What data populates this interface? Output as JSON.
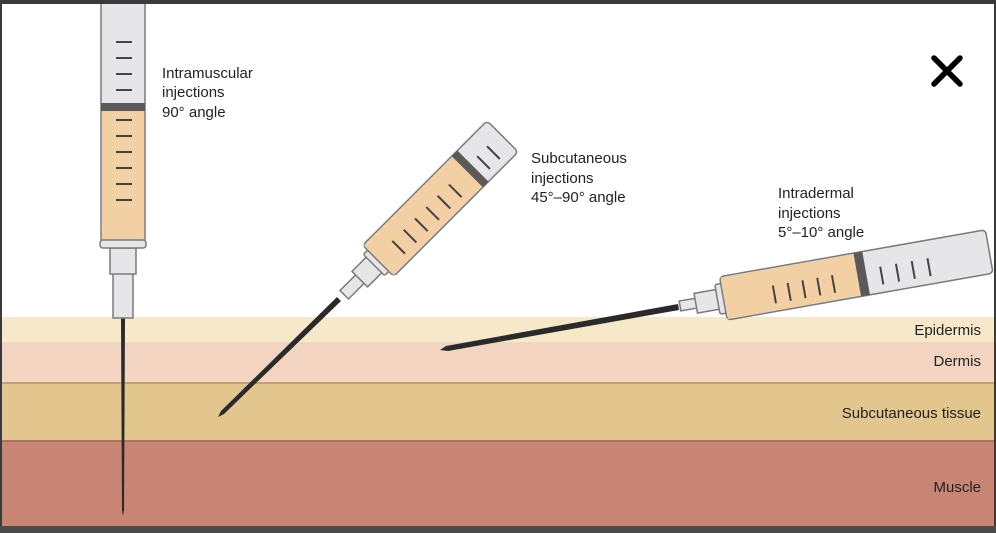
{
  "diagram": {
    "injections": [
      {
        "line1": "Intramuscular",
        "line2": "injections",
        "line3": "90° angle"
      },
      {
        "line1": "Subcutaneous",
        "line2": "injections",
        "line3": "45°–90° angle"
      },
      {
        "line1": "Intradermal",
        "line2": "injections",
        "line3": "5°–10° angle"
      }
    ],
    "layers": [
      "Epidermis",
      "Dermis",
      "Subcutaneous tissue",
      "Muscle"
    ],
    "colors": {
      "epidermis": "#f6e8c8",
      "dermis": "#f2d4c0",
      "subcutaneous": "#e2c68e",
      "muscle": "#c98574",
      "fluid": "#f3cfa4",
      "barrel": "#e6e6e8",
      "outline": "#7a7a7a",
      "needle": "#2a2a2a"
    }
  },
  "modal": {
    "close_icon": "close-icon"
  }
}
